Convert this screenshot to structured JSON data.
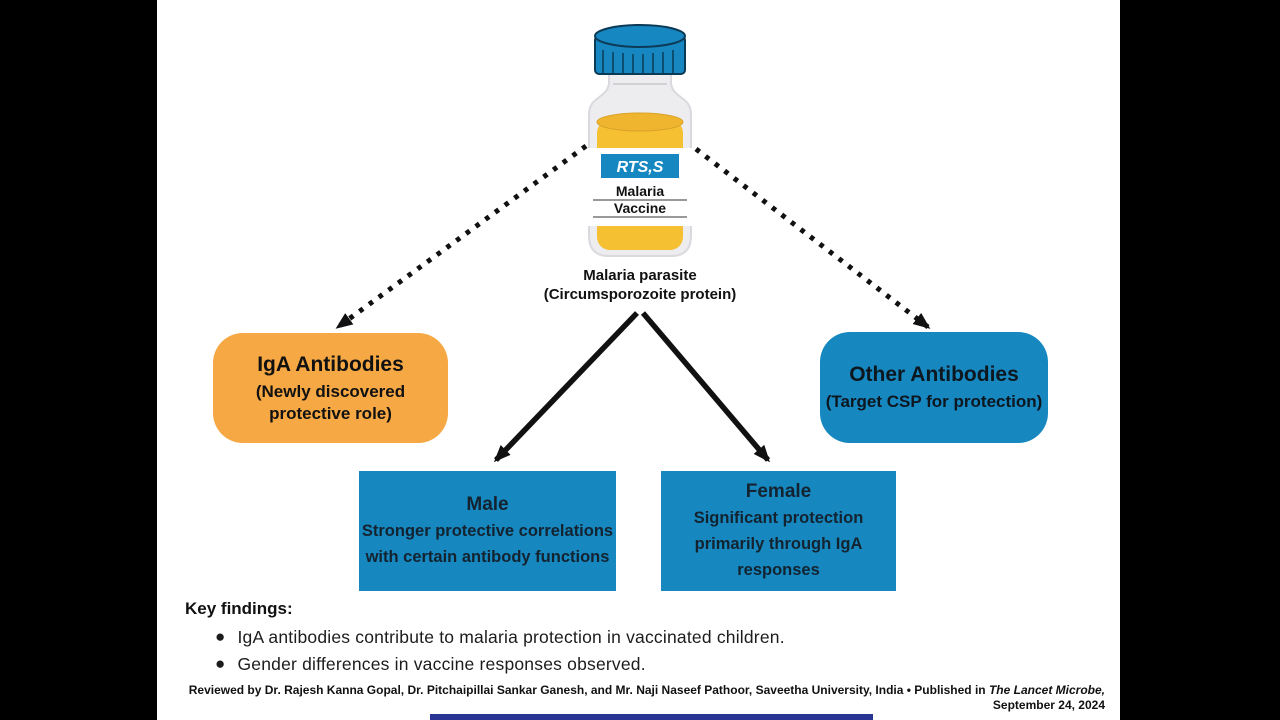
{
  "colors": {
    "side_bars": "#000000",
    "canvas_bg": "#ffffff",
    "brand_blue": "#1687bf",
    "brand_orange": "#f5a843",
    "ink": "#111111",
    "vial_liquid": "#f5c031",
    "progress_bar": "#283593"
  },
  "vial": {
    "label_product": "RTS,S",
    "label_line2": "Malaria",
    "label_line3": "Vaccine"
  },
  "parasite_label": {
    "line1": "Malaria parasite",
    "line2": "(Circumsporozoite protein)"
  },
  "boxes": {
    "iga": {
      "title": "IgA Antibodies",
      "subtitle": "(Newly discovered protective role)"
    },
    "other": {
      "title": "Other Antibodies",
      "subtitle": "(Target CSP for protection)"
    },
    "male": {
      "title": "Male",
      "body": "Stronger protective correlations with certain antibody functions"
    },
    "female": {
      "title": "Female",
      "body": "Significant protection primarily through IgA responses"
    }
  },
  "key_findings": {
    "heading": "Key findings:",
    "items": [
      "IgA antibodies contribute to malaria protection in vaccinated children.",
      "Gender differences in vaccine responses observed."
    ]
  },
  "footer": {
    "credit_text": "Reviewed by Dr. Rajesh Kanna Gopal, Dr. Pitchaipillai Sankar Ganesh, and Mr. Naji Naseef Pathoor, Saveetha University, India • Published in ",
    "journal_italic": "The Lancet Microbe,",
    "date": "September 24, 2024"
  }
}
